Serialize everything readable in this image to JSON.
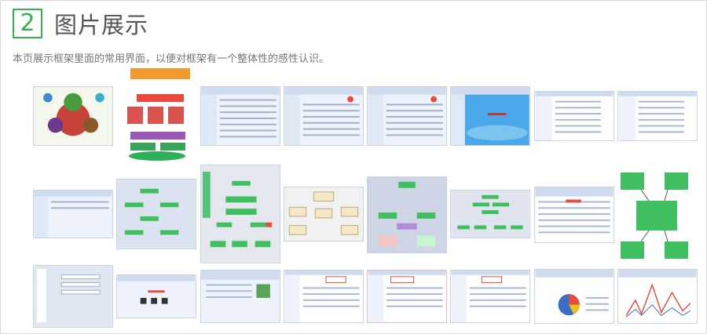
{
  "section": {
    "number": "2",
    "title": "图片展示",
    "description": "本页展示框架里面的常用界面，以便对框架有一个整体性的感性认识。"
  },
  "thumbnails": {
    "t1": {
      "caption": ""
    },
    "t2": {
      "caption": ""
    }
  }
}
